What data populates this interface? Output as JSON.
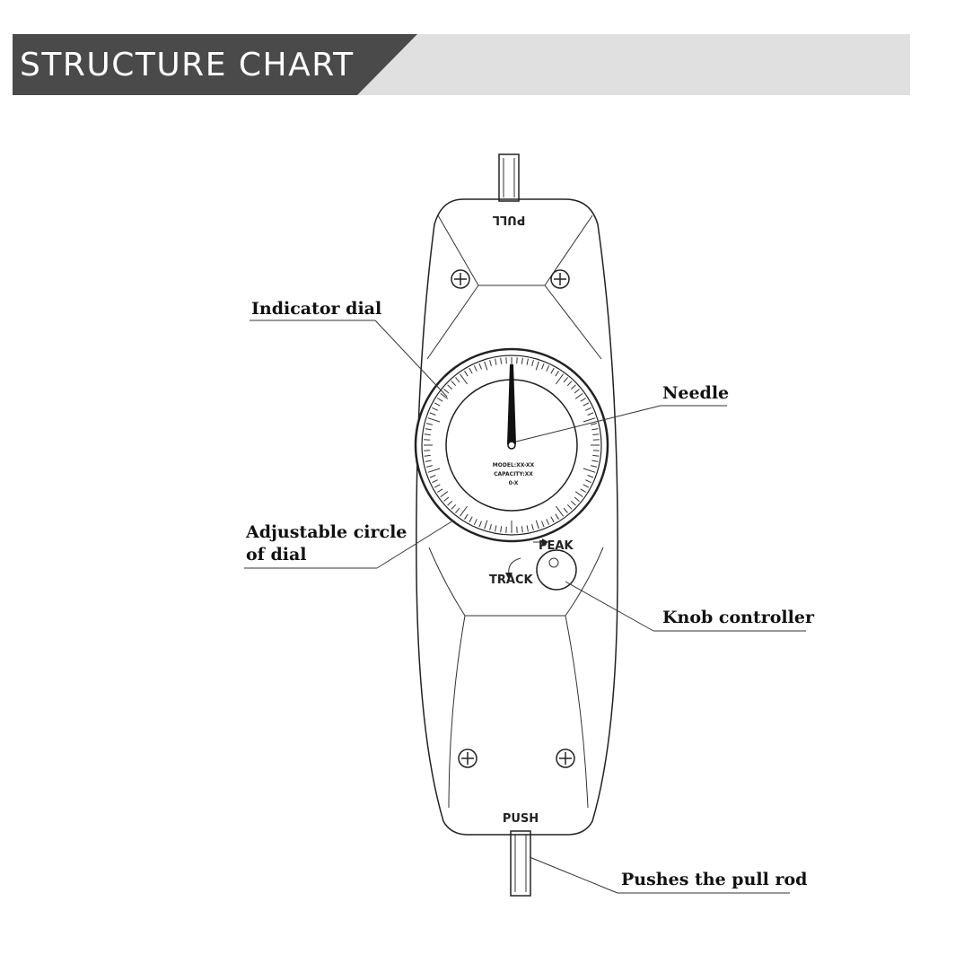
{
  "banner": {
    "title": "STRUCTURE CHART",
    "dark_color": "#4a4a4a",
    "light_color": "#e0e0e0"
  },
  "device": {
    "top_label": "PULL",
    "bottom_label": "PUSH",
    "knob_peak_label": "PEAK",
    "knob_track_label": "TRACK",
    "dial_model_text": "MODEL:XX-XX",
    "dial_capacity_text": "CAPACITY:XX",
    "dial_unit_text": "0-X"
  },
  "callouts": {
    "indicator_dial": "Indicator dial",
    "needle": "Needle",
    "adjustable_circle_line1": "Adjustable circle",
    "adjustable_circle_line2": "of dial",
    "knob_controller": "Knob controller",
    "pull_rod": "Pushes the pull rod"
  }
}
